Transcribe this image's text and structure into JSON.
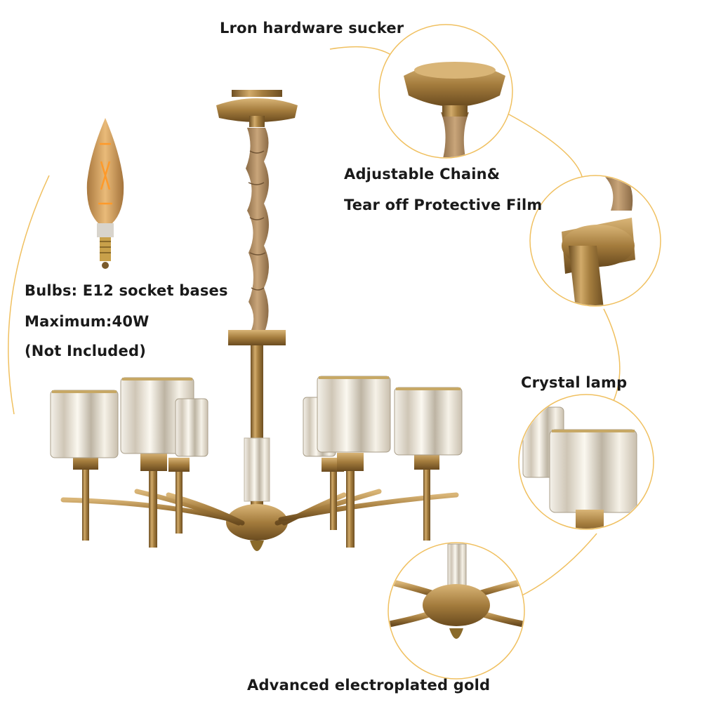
{
  "callouts": {
    "sucker": "Lron hardware sucker",
    "chain_line1": "Adjustable Chain&",
    "chain_line2": "Tear off Protective Film",
    "bulb_line1": "Bulbs: E12 socket bases",
    "bulb_line2": "Maximum:40W",
    "bulb_line3": "(Not Included)",
    "crystal": "Crystal lamp",
    "gold": "Advanced electroplated gold"
  },
  "colors": {
    "brass": "#b08a4c",
    "brass_dark": "#7a5a2a",
    "guide_line": "#f0c060",
    "crystal": "#e8e4dc",
    "text": "#1a1a1a"
  }
}
